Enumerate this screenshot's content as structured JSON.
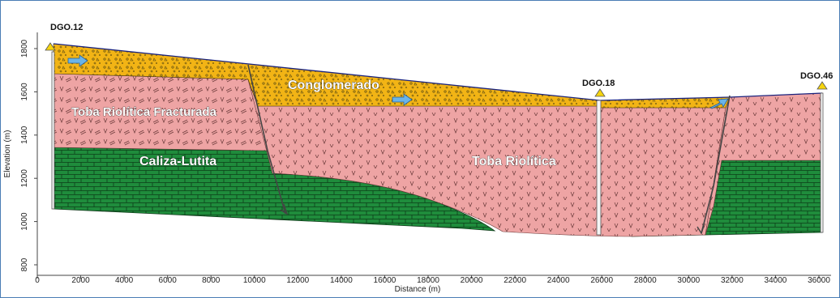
{
  "diagram": {
    "xlabel": "Distance (m)",
    "ylabel": "Elevation (m)",
    "x_ticks": [
      "0",
      "2000",
      "4000",
      "6000",
      "8000",
      "10000",
      "12000",
      "14000",
      "16000",
      "18000",
      "20000",
      "22000",
      "24000",
      "26000",
      "28000",
      "30000",
      "32000",
      "34000",
      "36000"
    ],
    "y_ticks": [
      "800",
      "1000",
      "1200",
      "1400",
      "1600",
      "1800"
    ],
    "units": {
      "conglomerado": "Conglomerado",
      "toba_fracturada": "Toba Riolítica Fracturada",
      "caliza_lutita": "Caliza-Lutita",
      "toba_riolitica": "Toba Riolítica"
    },
    "wells": {
      "dgo12": "DGO.12",
      "dgo18": "DGO.18",
      "dgo46": "DGO.46"
    },
    "colors": {
      "conglomerado": "#f2b415",
      "toba": "#eea4a4",
      "caliza": "#1f8c3c",
      "arrow": "#6ab4e8"
    }
  }
}
